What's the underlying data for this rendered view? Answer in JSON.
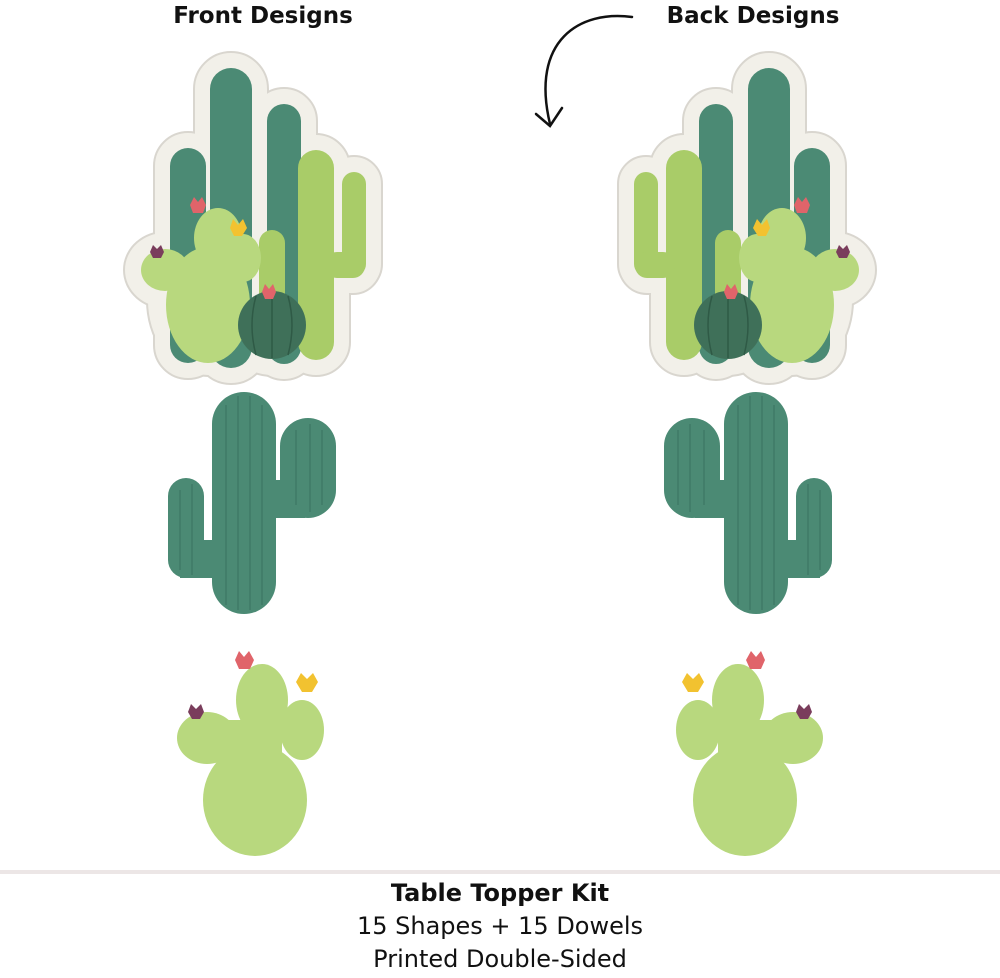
{
  "headings": {
    "front": "Front Designs",
    "back": "Back Designs"
  },
  "caption": {
    "title": "Table Topper Kit",
    "line1": "15 Shapes + 15 Dowels",
    "line2": "Printed Double-Sided"
  },
  "colors": {
    "dark_green": "#4b8a74",
    "light_green": "#a9cc68",
    "pale_green": "#b8d87e",
    "barrel_green": "#3f7059",
    "flower_red": "#e0646a",
    "flower_yellow": "#f2c230",
    "flower_purple": "#7a3d5c",
    "card_bg": "#f2f0e9",
    "card_border": "#d9d6cf"
  }
}
